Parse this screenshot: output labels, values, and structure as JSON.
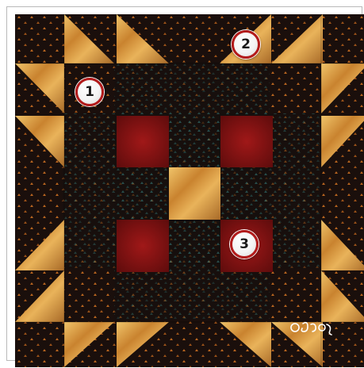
{
  "colors": {
    "background_dark": "#1a0f0c",
    "dot_orange": "#b8651f",
    "dot_teal": "#2f6b6a",
    "gold_light": "#e9b35a",
    "gold_dark": "#b8752c",
    "red_block": "#8e1414",
    "red_block_dark": "#5e0c0c",
    "marker_ring": "#b31b1b"
  },
  "markers": [
    {
      "id": "1",
      "label": "1"
    },
    {
      "id": "2",
      "label": "2"
    },
    {
      "id": "3",
      "label": "3"
    }
  ],
  "logo": {
    "icon": "maker-signature-logo"
  }
}
